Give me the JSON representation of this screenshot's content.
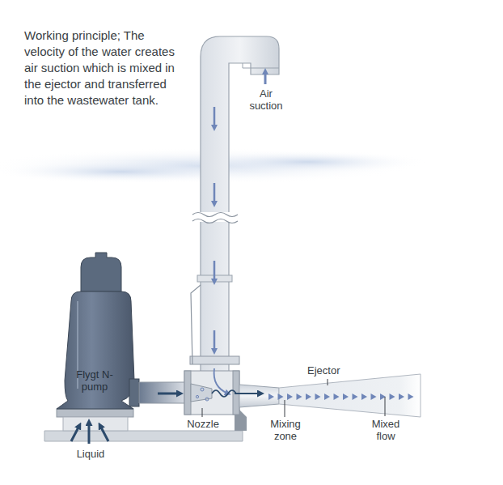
{
  "diagram": {
    "nodes": [
      {
        "text": [
          "Flygt N-pump"
        ]
      }
    ],
    "labels": [
      "Working principle; The velocity of the water creates air suction which is mixed in the ejector and transferred into the wastewater tank.",
      "Air suction",
      "Ejector",
      "Nozzle",
      "Mixing zone",
      "Mixed flow",
      "Liquid"
    ]
  }
}
